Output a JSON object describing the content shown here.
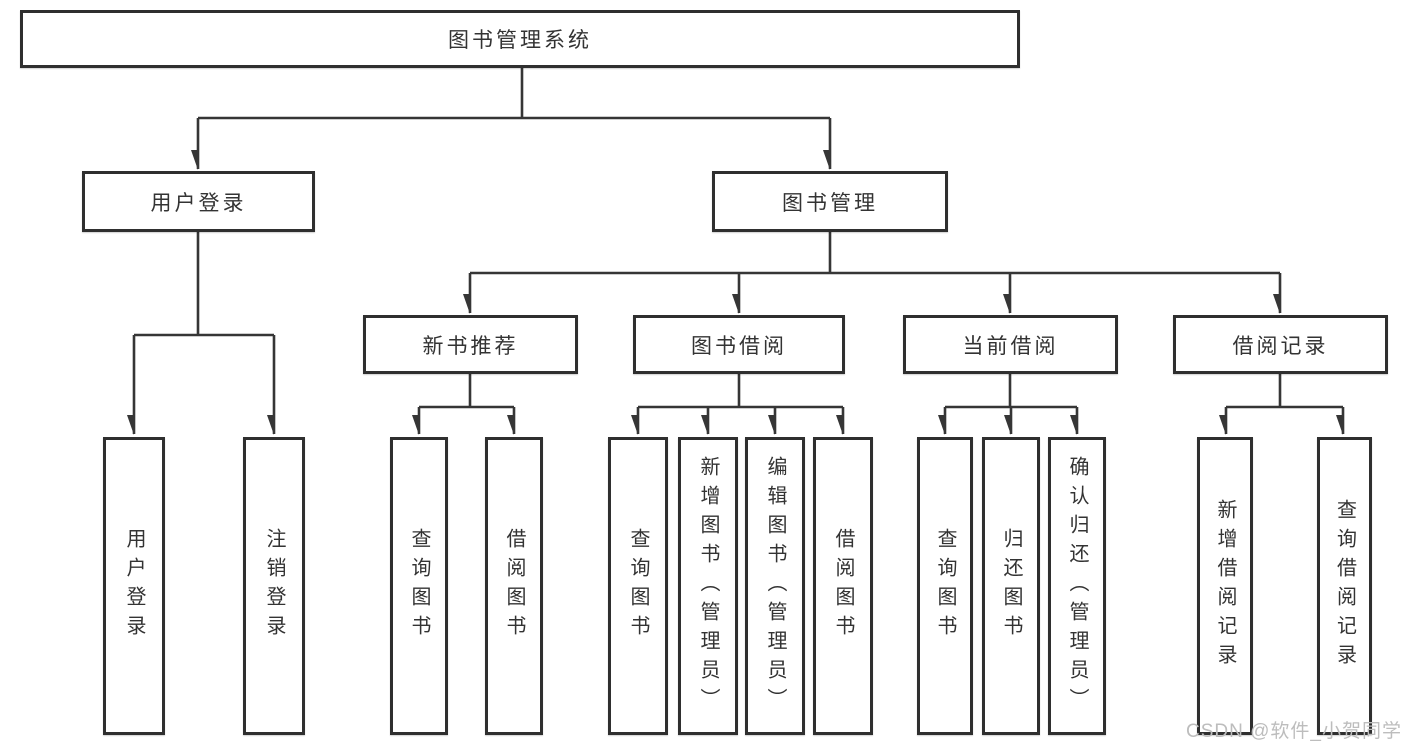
{
  "tree": {
    "root": {
      "label": "图书管理系统"
    },
    "branches": [
      {
        "label": "用户登录",
        "children": [
          {
            "label": "用户登录"
          },
          {
            "label": "注销登录"
          }
        ]
      },
      {
        "label": "图书管理",
        "children": [
          {
            "label": "新书推荐",
            "children": [
              {
                "label": "查询图书"
              },
              {
                "label": "借阅图书"
              }
            ]
          },
          {
            "label": "图书借阅",
            "children": [
              {
                "label": "查询图书"
              },
              {
                "label": "新增图书（管理员）"
              },
              {
                "label": "编辑图书（管理员）"
              },
              {
                "label": "借阅图书"
              }
            ]
          },
          {
            "label": "当前借阅",
            "children": [
              {
                "label": "查询图书"
              },
              {
                "label": "归还图书"
              },
              {
                "label": "确认归还（管理员）"
              }
            ]
          },
          {
            "label": "借阅记录",
            "children": [
              {
                "label": "新增借阅记录"
              },
              {
                "label": "查询借阅记录"
              }
            ]
          }
        ]
      }
    ]
  },
  "watermark": {
    "text": "CSDN @软件_小贺同学"
  },
  "colors": {
    "line": "#363636",
    "box_border": "#2f2f2f",
    "text": "#333333",
    "watermark": "#bdbdbd",
    "background": "#ffffff"
  }
}
